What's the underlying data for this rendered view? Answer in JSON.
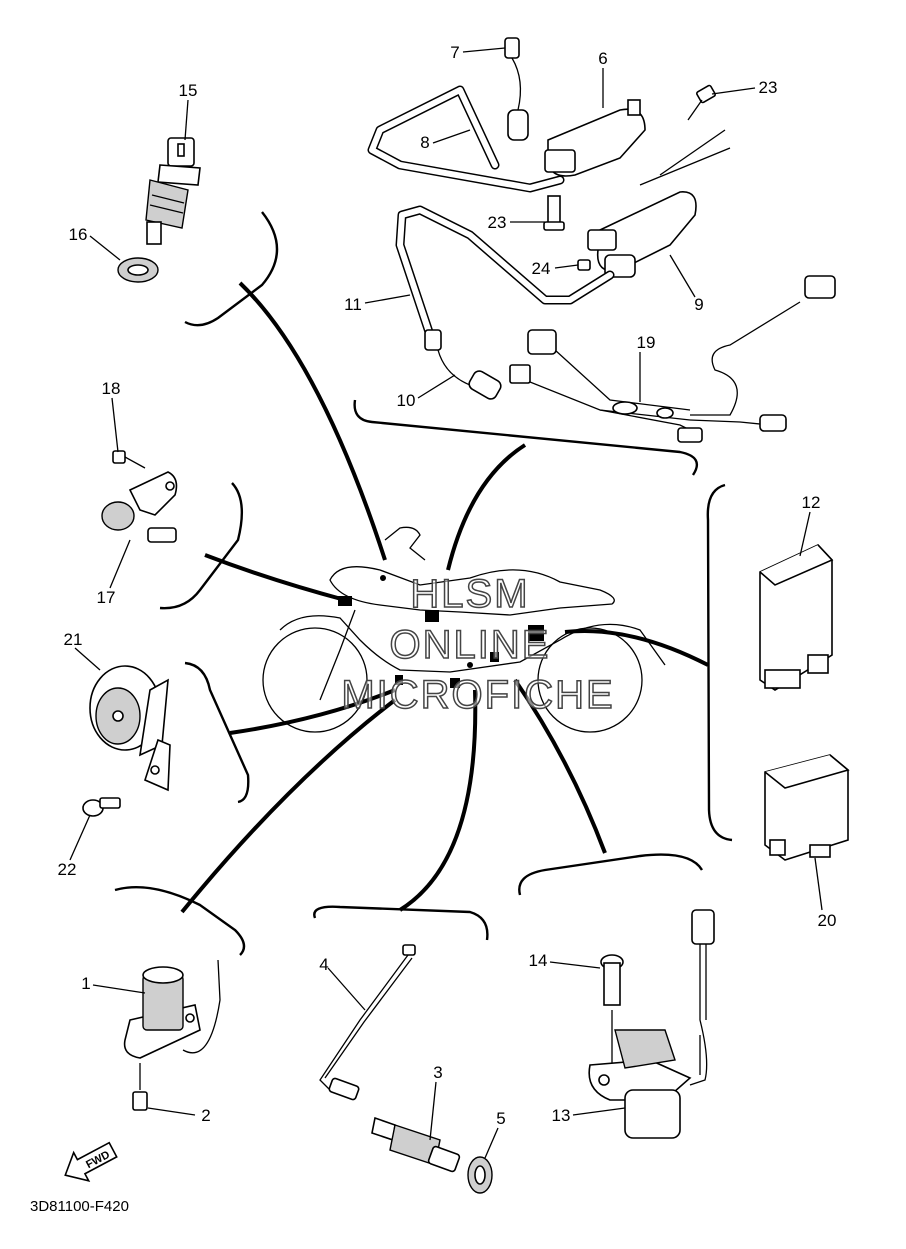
{
  "diagram": {
    "code": "3D81100-F420",
    "fwd_label": "FWD",
    "watermark": [
      "HLSM",
      "ONLINE",
      "MICROFICHE"
    ],
    "callouts": [
      "1",
      "2",
      "3",
      "4",
      "5",
      "6",
      "7",
      "8",
      "9",
      "10",
      "11",
      "12",
      "13",
      "14",
      "15",
      "16",
      "17",
      "18",
      "19",
      "20",
      "21",
      "22",
      "23",
      "23",
      "24"
    ]
  }
}
